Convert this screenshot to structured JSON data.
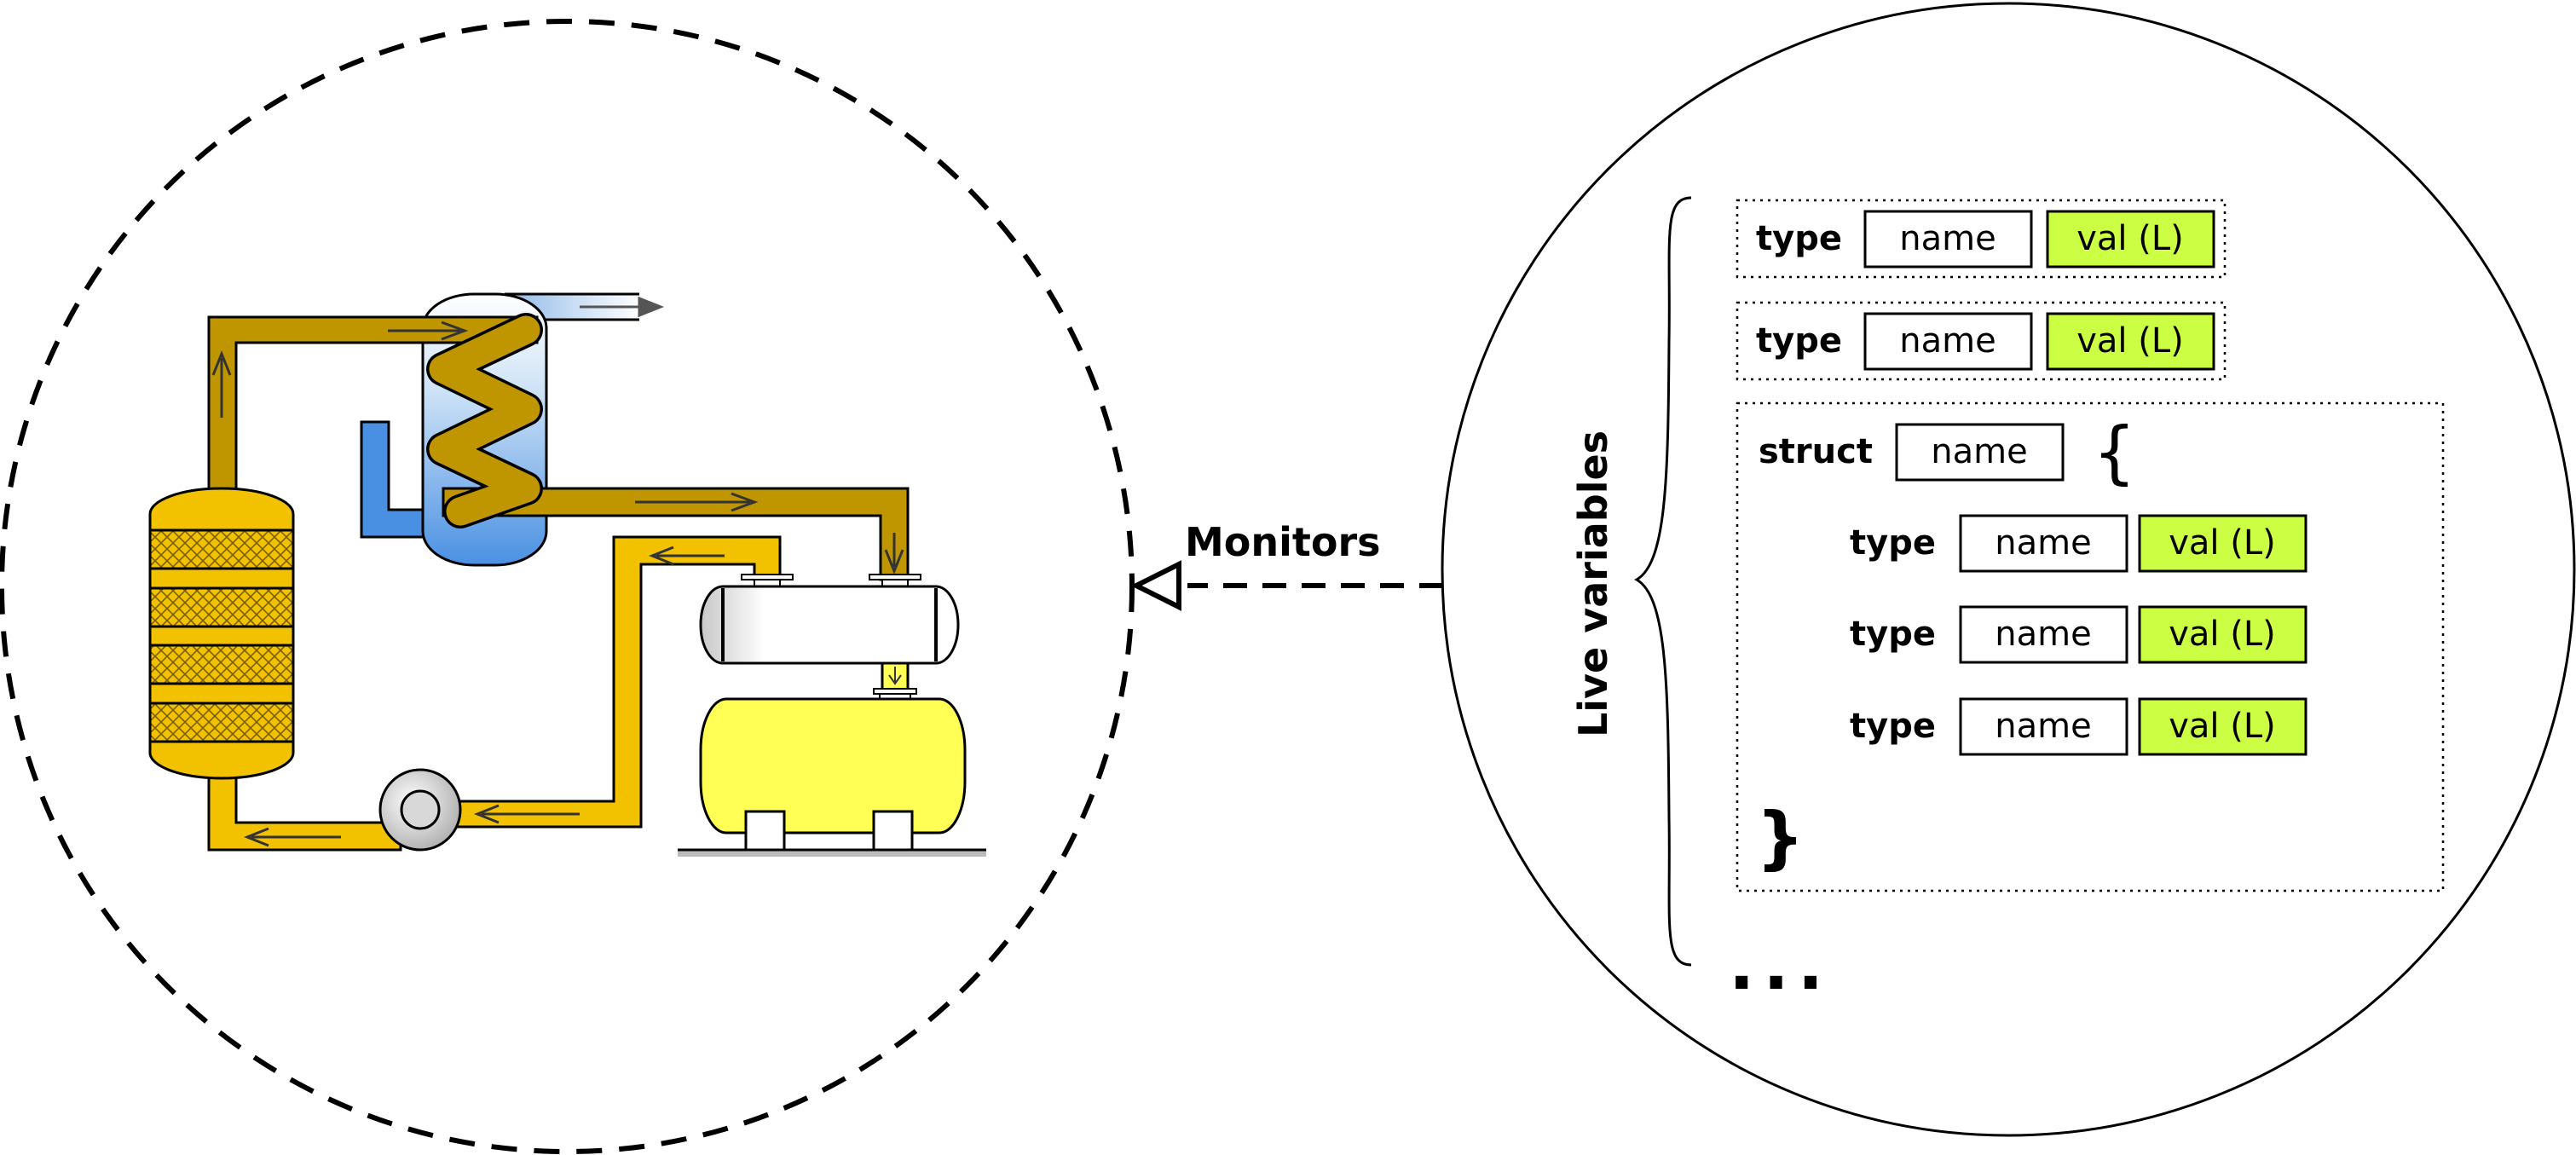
{
  "arrow_label": "Monitors",
  "side_label": "Live variables",
  "ellipsis": "...",
  "struct": {
    "keyword": "struct",
    "name": "name",
    "open_brace": "{",
    "close_brace": "}"
  },
  "variables": [
    {
      "type": "type",
      "name": "name",
      "value": "val (L)"
    },
    {
      "type": "type",
      "name": "name",
      "value": "val (L)"
    }
  ],
  "struct_members": [
    {
      "type": "type",
      "name": "name",
      "value": "val (L)"
    },
    {
      "type": "type",
      "name": "name",
      "value": "val (L)"
    },
    {
      "type": "type",
      "name": "name",
      "value": "val (L)"
    }
  ],
  "colors": {
    "value_fill": "#ccff44",
    "pipe_dark": "#c09600",
    "pipe_light": "#f2c200",
    "tank_yellow": "#ffff55",
    "cooler_blue": "#4a90e2"
  }
}
